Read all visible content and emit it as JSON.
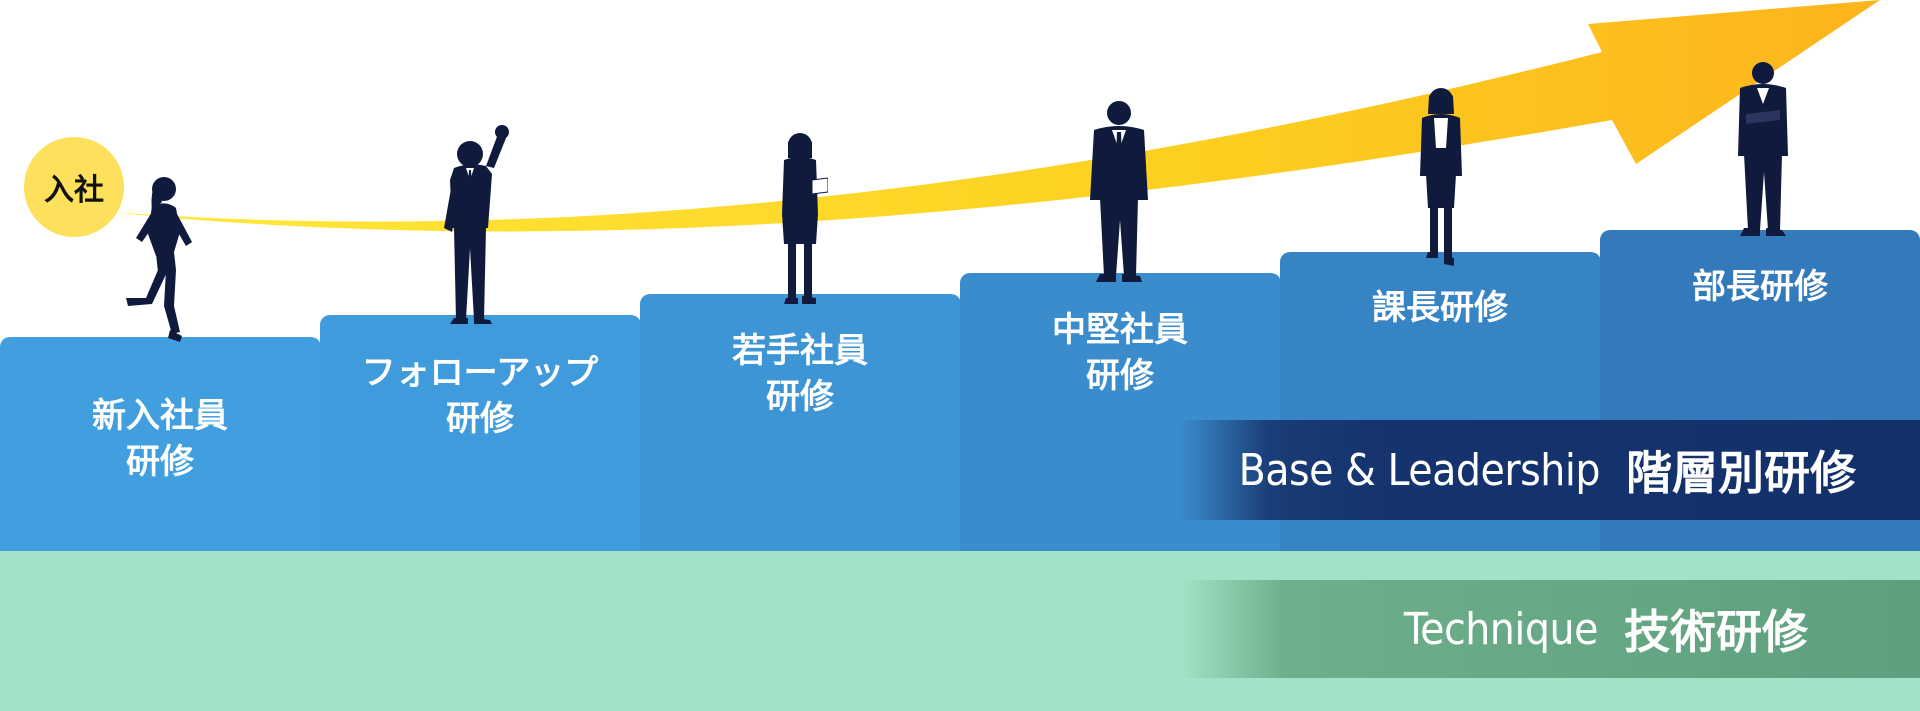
{
  "start_badge": "入社",
  "colors": {
    "arrow": "#fcc21c",
    "badge": "#fde05b",
    "silhouette": "#101a3c",
    "technique_band": "#a3e2c6",
    "base_ribbon": "#15336e",
    "technique_ribbon": "#62a37d"
  },
  "steps": [
    {
      "line1": "新入社員",
      "line2": "研修",
      "color": "#419fe0"
    },
    {
      "line1": "フォローアップ",
      "line2": "研修",
      "color": "#3f9bdb"
    },
    {
      "line1": "若手社員",
      "line2": "研修",
      "color": "#3d95d5"
    },
    {
      "line1": "中堅社員",
      "line2": "研修",
      "color": "#3a8ccd"
    },
    {
      "line1": "課長研修",
      "line2": "",
      "color": "#3784c5"
    },
    {
      "line1": "部長研修",
      "line2": "",
      "color": "#337abb"
    }
  ],
  "base_ribbon": {
    "en": "Base & Leadership",
    "ja": "階層別研修"
  },
  "technique_ribbon": {
    "en": "Technique",
    "ja": "技術研修"
  },
  "people": [
    {
      "pose": "running-woman-icon"
    },
    {
      "pose": "fist-raised-man-icon"
    },
    {
      "pose": "woman-with-document-icon"
    },
    {
      "pose": "standing-man-icon"
    },
    {
      "pose": "standing-woman-icon"
    },
    {
      "pose": "arms-crossed-man-icon"
    }
  ]
}
